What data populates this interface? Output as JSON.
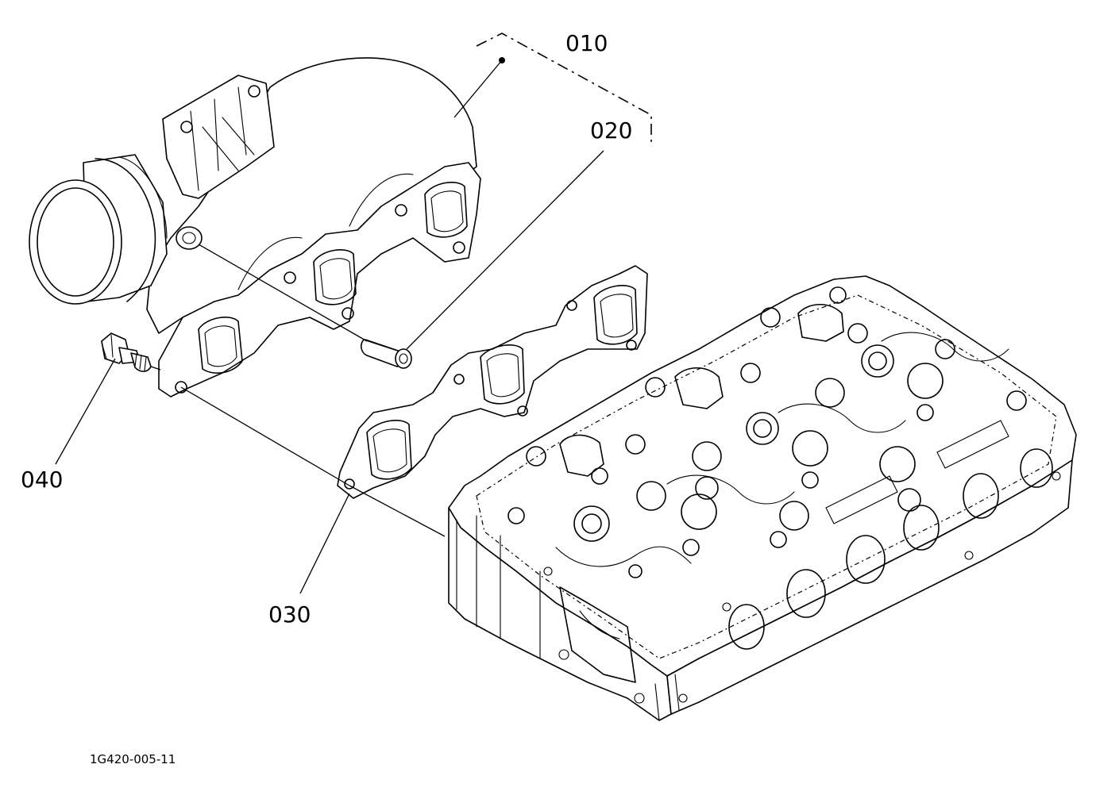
{
  "callouts": [
    {
      "id": "010",
      "label": "010"
    },
    {
      "id": "020",
      "label": "020"
    },
    {
      "id": "030",
      "label": "030"
    },
    {
      "id": "040",
      "label": "040"
    }
  ],
  "drawing_number": "1G420-005-11"
}
